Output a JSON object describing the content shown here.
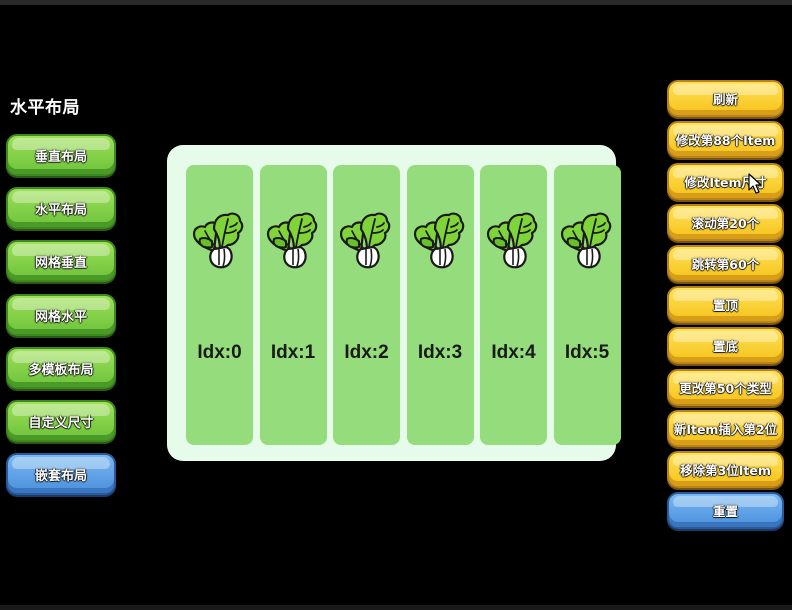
{
  "section_title": "水平布局",
  "left_buttons": [
    {
      "label": "垂直布局",
      "style": "green"
    },
    {
      "label": "水平布局",
      "style": "green"
    },
    {
      "label": "网格垂直",
      "style": "green"
    },
    {
      "label": "网格水平",
      "style": "green"
    },
    {
      "label": "多模板布局",
      "style": "green"
    },
    {
      "label": "自定义尺寸",
      "style": "green"
    },
    {
      "label": "嵌套布局",
      "style": "blue"
    }
  ],
  "right_buttons": [
    {
      "label": "刷新",
      "style": "yellow"
    },
    {
      "label": "修改第88个Item",
      "style": "yellow"
    },
    {
      "label": "修改Item尺寸",
      "style": "yellow"
    },
    {
      "label": "滚动第20个",
      "style": "yellow"
    },
    {
      "label": "跳转第60个",
      "style": "yellow"
    },
    {
      "label": "置顶",
      "style": "yellow"
    },
    {
      "label": "置底",
      "style": "yellow"
    },
    {
      "label": "更改第50个类型",
      "style": "yellow"
    },
    {
      "label": "新Item插入第2位",
      "style": "yellow"
    },
    {
      "label": "移除第3位Item",
      "style": "yellow"
    },
    {
      "label": "重置",
      "style": "blue"
    }
  ],
  "list_items": [
    {
      "label": "Idx:0",
      "icon": "bok-choy-icon"
    },
    {
      "label": "Idx:1",
      "icon": "bok-choy-icon"
    },
    {
      "label": "Idx:2",
      "icon": "bok-choy-icon"
    },
    {
      "label": "Idx:3",
      "icon": "bok-choy-icon"
    },
    {
      "label": "Idx:4",
      "icon": "bok-choy-icon"
    },
    {
      "label": "Idx:5",
      "icon": "bok-choy-icon"
    }
  ],
  "colors": {
    "background": "#000000",
    "panel": "#e6fbea",
    "item": "#95dd7c",
    "green_button": "#7fcf45",
    "yellow_button": "#f8cf2a",
    "blue_button": "#5a9be6"
  }
}
